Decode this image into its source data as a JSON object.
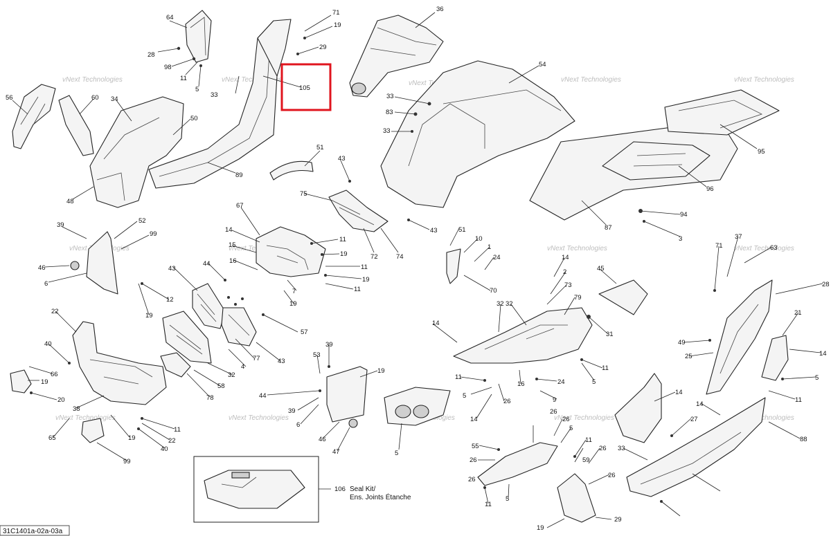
{
  "diagram": {
    "document_id": "31C1401a-02a-03a",
    "watermark_text": "vNext Technologies",
    "highlight_callout": "105",
    "seal_kit": {
      "callout": "106",
      "label_line1": "Seal Kit/",
      "label_line2": "Ens. Joints Étanche"
    },
    "callouts": [
      "64",
      "28",
      "98",
      "11",
      "5",
      "71",
      "19",
      "29",
      "105",
      "33",
      "36",
      "56",
      "60",
      "34",
      "50",
      "89",
      "48",
      "54",
      "33",
      "83",
      "33",
      "95",
      "96",
      "87",
      "94",
      "3",
      "51",
      "43",
      "75",
      "72",
      "74",
      "43",
      "39",
      "52",
      "99",
      "46",
      "6",
      "67",
      "14",
      "15",
      "16",
      "11",
      "19",
      "11",
      "19",
      "11",
      "19",
      "7",
      "51",
      "10",
      "1",
      "24",
      "70",
      "14",
      "2",
      "73",
      "45",
      "31",
      "32",
      "14",
      "32",
      "79",
      "43",
      "44",
      "19",
      "12",
      "4",
      "77",
      "32",
      "58",
      "78",
      "43",
      "57",
      "22",
      "40",
      "66",
      "19",
      "20",
      "38",
      "11",
      "22",
      "40",
      "19",
      "65",
      "99",
      "39",
      "53",
      "19",
      "44",
      "39",
      "6",
      "46",
      "47",
      "5",
      "11",
      "5",
      "26",
      "14",
      "16",
      "24",
      "9",
      "5",
      "11",
      "26",
      "55",
      "26",
      "26",
      "11",
      "5",
      "26",
      "11",
      "5",
      "26",
      "59",
      "26",
      "29",
      "19",
      "71",
      "37",
      "63",
      "28",
      "21",
      "14",
      "5",
      "11",
      "49",
      "25",
      "14",
      "27",
      "14",
      "88",
      "33"
    ]
  }
}
